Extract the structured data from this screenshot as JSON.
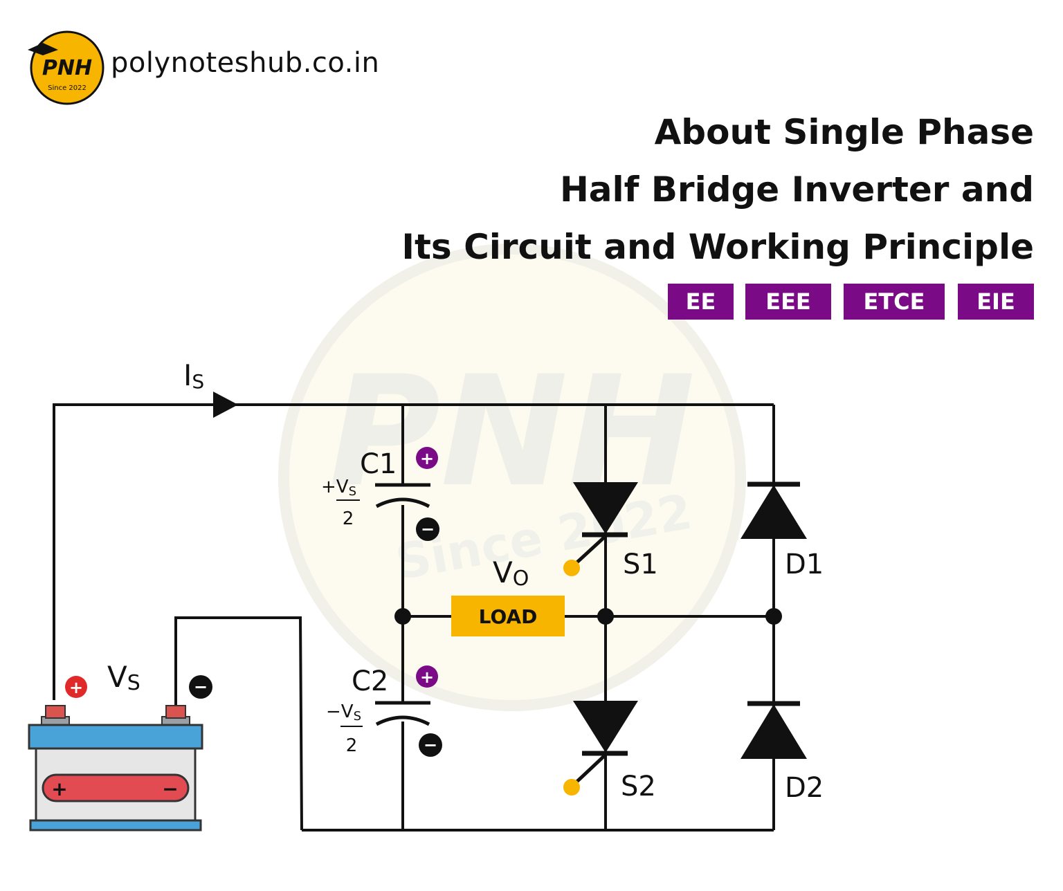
{
  "logo": {
    "text": "PNH",
    "since": "Since 2022"
  },
  "site": "polynoteshub.co.in",
  "title_lines": [
    "About Single Phase",
    "Half Bridge Inverter and",
    "Its Circuit and Working Principle"
  ],
  "tags": [
    "EE",
    "EEE",
    "ETCE",
    "EIE"
  ],
  "diagram": {
    "source_current": {
      "main": "I",
      "sub": "S"
    },
    "source_voltage": {
      "main": "V",
      "sub": "S"
    },
    "output_voltage": {
      "main": "V",
      "sub": "O"
    },
    "c1": {
      "label": "C1",
      "sign": "+",
      "numerator": "V",
      "numerator_sub": "S",
      "denominator": "2"
    },
    "c2": {
      "label": "C2",
      "sign": "−",
      "numerator": "V",
      "numerator_sub": "S",
      "denominator": "2"
    },
    "load": "LOAD",
    "s1": "S1",
    "s2": "S2",
    "d1": "D1",
    "d2": "D2",
    "plus_symbol": "+",
    "minus_symbol": "−"
  },
  "colors": {
    "tag_bg": "#7a0a86",
    "load_fill": "#f7b500",
    "battery_top": "#4aa3d8",
    "battery_band": "#e34b52",
    "plus_badge": "#e02a2a",
    "polarity_badge": "#7a0a86",
    "gate": "#f7b500"
  }
}
